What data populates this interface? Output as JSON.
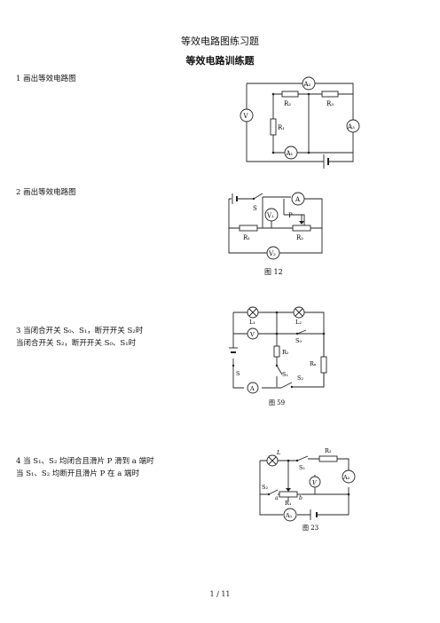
{
  "document": {
    "title": "等效电路图练习题",
    "subtitle": "等效电路训练题",
    "page_number": "1 / 11"
  },
  "questions": [
    {
      "lines": [
        "1 画出等效电路图"
      ]
    },
    {
      "lines": [
        "2 画出等效电路图"
      ]
    },
    {
      "lines": [
        "3 当闭合开关 S₀、S₁，断开开关 S₂时",
        "当闭合开关 S₂，断开开关 S₀、S₁时"
      ]
    },
    {
      "lines": [
        "4 当 S₁、S₂ 均闭合且滑片 P 滑到 a 端时",
        "当 S₁、S₂ 均断开且滑片 P 在 a 端时"
      ]
    }
  ],
  "figures": [
    {
      "caption": "",
      "labels": {
        "a2": "A₂",
        "v": "V",
        "r2": "R₂",
        "r3": "R₃",
        "r1": "R₁",
        "a3": "A₃",
        "a1": "A₁"
      }
    },
    {
      "caption": "图 12",
      "labels": {
        "s": "S",
        "a": "A",
        "v1": "V₁",
        "p": "P",
        "r1": "R₁",
        "r2": "R₂",
        "v2": "V₂"
      }
    },
    {
      "caption": "图 59",
      "labels": {
        "l1": "L₁",
        "l2": "L₂",
        "v": "V",
        "s0": "S₀",
        "r2": "R₂",
        "rx": "Rₓ",
        "s1": "S₁",
        "s2": "S₂",
        "s": "S",
        "a": "A"
      }
    },
    {
      "caption": "图 23",
      "labels": {
        "l": "L",
        "r2": "R₂",
        "s1": "S₁",
        "v": "V",
        "a2": "A₂",
        "s2": "S₂",
        "a": "a",
        "r1": "R₁",
        "b": "b",
        "a1": "A₁"
      }
    }
  ]
}
